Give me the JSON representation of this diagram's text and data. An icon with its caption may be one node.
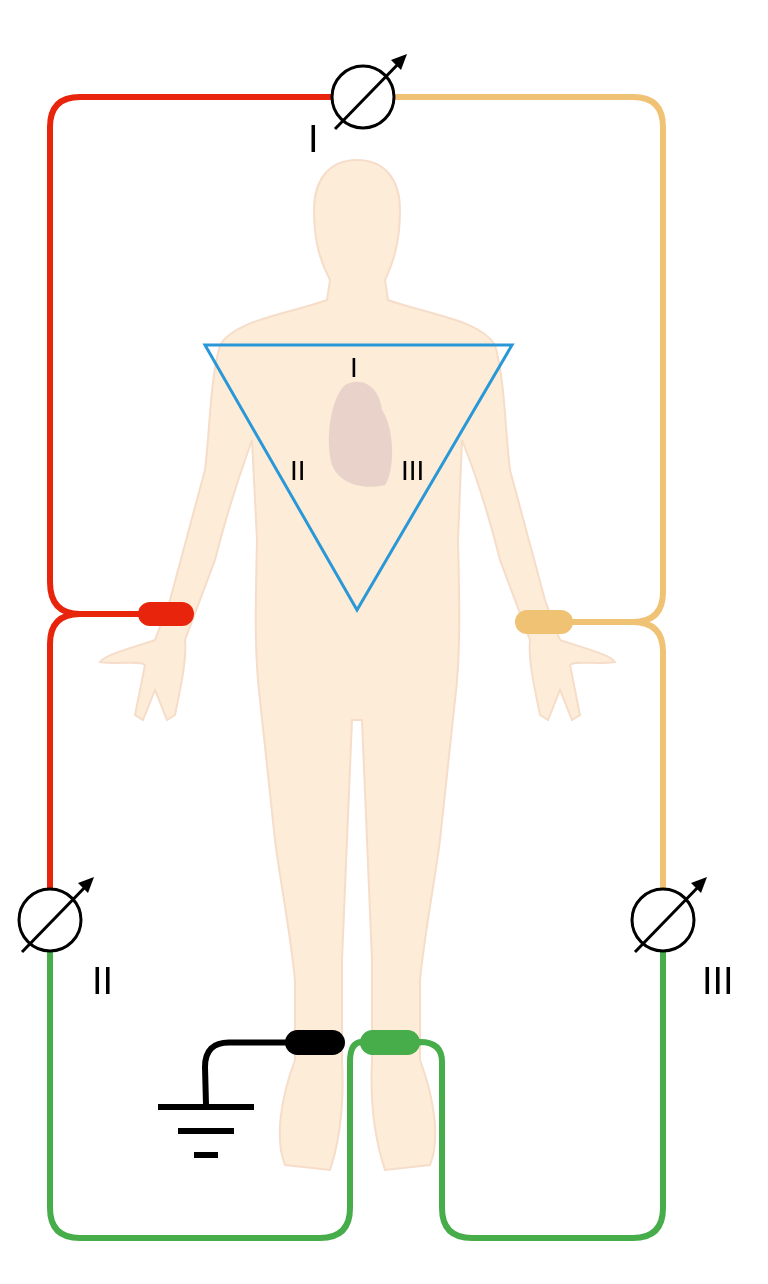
{
  "diagram": {
    "nodes": [
      {
        "text": [],
        "shape": "circle",
        "beside": [
          "I"
        ]
      },
      {
        "text": [],
        "shape": "circle",
        "beside": [
          "II"
        ]
      },
      {
        "text": [],
        "shape": "circle",
        "beside": [
          "III"
        ]
      },
      {
        "text": [],
        "shape": "bar"
      },
      {
        "text": [],
        "shape": "bar"
      },
      {
        "text": [],
        "shape": "bar"
      },
      {
        "text": [],
        "shape": "bar"
      },
      {
        "text": [],
        "shape": "picture"
      }
    ],
    "edges": [
      {
        "from": 0,
        "to": 3,
        "arrow": "none",
        "color": "#e8250c"
      },
      {
        "from": 0,
        "to": 4,
        "arrow": "none",
        "color": "#f0c274"
      },
      {
        "from": 3,
        "to": 1,
        "arrow": "none",
        "color": "#e8250c"
      },
      {
        "from": 1,
        "to": 6,
        "arrow": "none",
        "color": "#46ad4a"
      },
      {
        "from": 4,
        "to": 2,
        "arrow": "none",
        "color": "#f0c274"
      },
      {
        "from": 2,
        "to": 6,
        "arrow": "none",
        "color": "#46ad4a"
      },
      {
        "from": 5,
        "to": 7,
        "arrow": "none",
        "color": "#000000"
      }
    ],
    "labels": [
      "I",
      "II",
      "III"
    ]
  }
}
